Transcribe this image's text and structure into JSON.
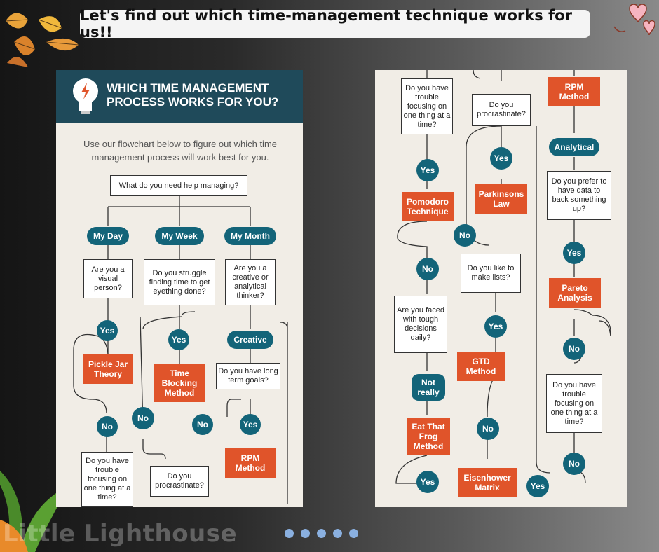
{
  "banner": {
    "text": "Let's find out which time-management technique works for us!!"
  },
  "left_panel": {
    "header_title": "WHICH TIME MANAGEMENT PROCESS WORKS FOR YOU?",
    "intro": "Use our flowchart below to figure out which time management process will work best for you.",
    "question_main": "What do you need help managing?",
    "branches": [
      "My Day",
      "My Week",
      "My Month"
    ],
    "q_visual": "Are you a visual person?",
    "q_struggle": "Do you struggle finding time to get eyething done?",
    "q_creative": "Are you a creative or analytical thinker?",
    "yes_1": "Yes",
    "yes_2": "Yes",
    "creative": "Creative",
    "pickle_jar": "Pickle Jar Theory",
    "time_blocking": "Time Blocking Method",
    "q_longterm": "Do you have long term goals?",
    "no_1": "No",
    "no_2": "No",
    "no_3": "No",
    "yes_3": "Yes",
    "rpm": "RPM Method",
    "q_focus": "Do you have trouble focusing on one thing at a time?",
    "q_procrastinate": "Do you procrastinate?"
  },
  "right_panel": {
    "q_focus": "Do you have trouble focusing on one thing at a time?",
    "q_procrastinate": "Do you procrastinate?",
    "rpm": "RPM Method",
    "analytical": "Analytical",
    "yes_a": "Yes",
    "yes_b": "Yes",
    "pomodoro": "Pomodoro Technique",
    "parkinsons": "Parkinsons Law",
    "q_data": "Do you prefer to have data to back something up?",
    "no_a": "No",
    "no_b": "No",
    "q_lists": "Do you like to make lists?",
    "yes_c": "Yes",
    "pareto": "Pareto Analysis",
    "q_tough": "Are you faced with tough decisions daily?",
    "yes_d": "Yes",
    "gtd": "GTD Method",
    "no_c": "No",
    "not_really": "Not really",
    "q_focus2": "Do you have trouble focusing on one thing at a time?",
    "eat_frog": "Eat That Frog Method",
    "no_d": "No",
    "no_e": "No",
    "yes_e": "Yes",
    "eisenhower": "Eisenhower Matrix",
    "yes_f": "Yes"
  },
  "watermark": "Little Lighthouse",
  "pager": {
    "count": 5
  },
  "colors": {
    "teal": "#136479",
    "orange": "#e0542a",
    "header": "#1f4a5a",
    "panel": "#f1ede6"
  }
}
